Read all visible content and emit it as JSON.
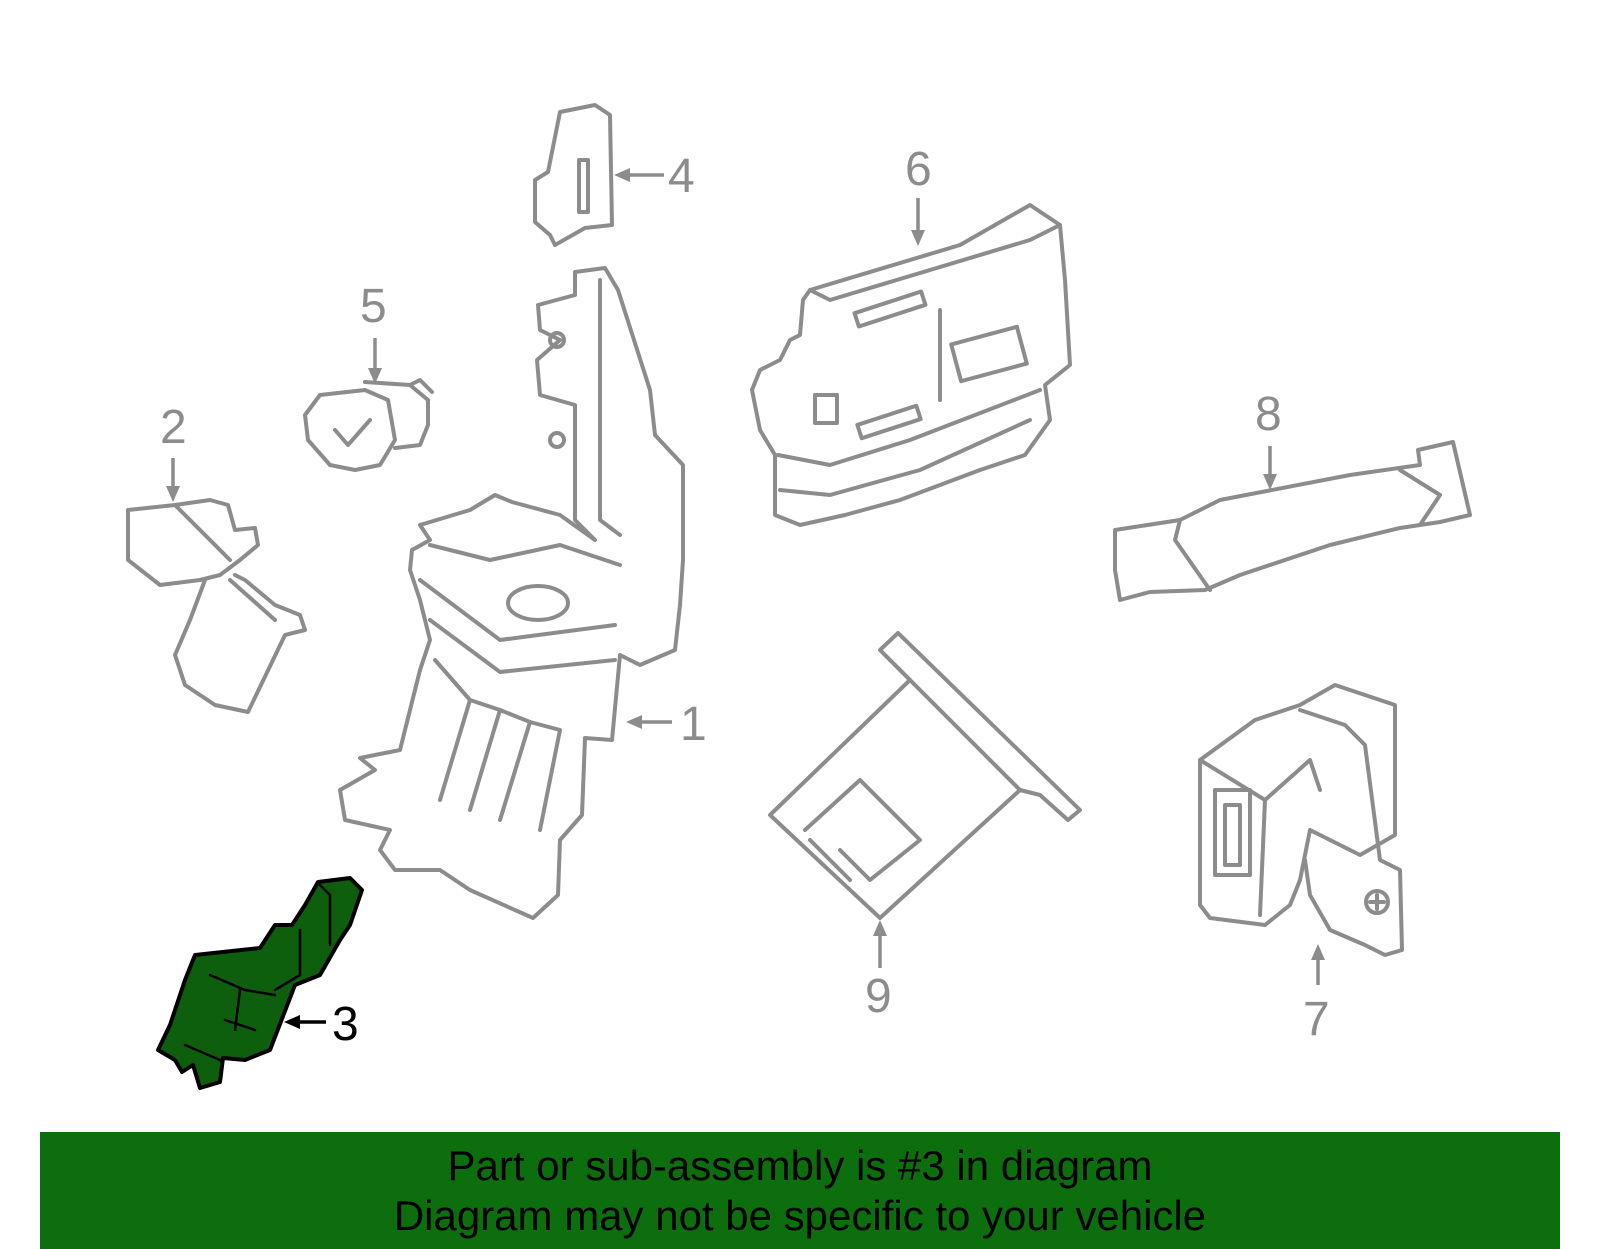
{
  "diagram": {
    "callouts": {
      "c1": "1",
      "c2": "2",
      "c3": "3",
      "c4": "4",
      "c5": "5",
      "c6": "6",
      "c7": "7",
      "c8": "8",
      "c9": "9"
    },
    "highlighted_part": "3",
    "colors": {
      "outline": "#8c8c8c",
      "highlight_fill": "#0d5e0d",
      "banner_bg": "#0d6e0d",
      "banner_text": "#000000"
    }
  },
  "banner": {
    "line1": "Part or sub-assembly is #3 in diagram",
    "line2": "Diagram may not be specific to your vehicle"
  }
}
